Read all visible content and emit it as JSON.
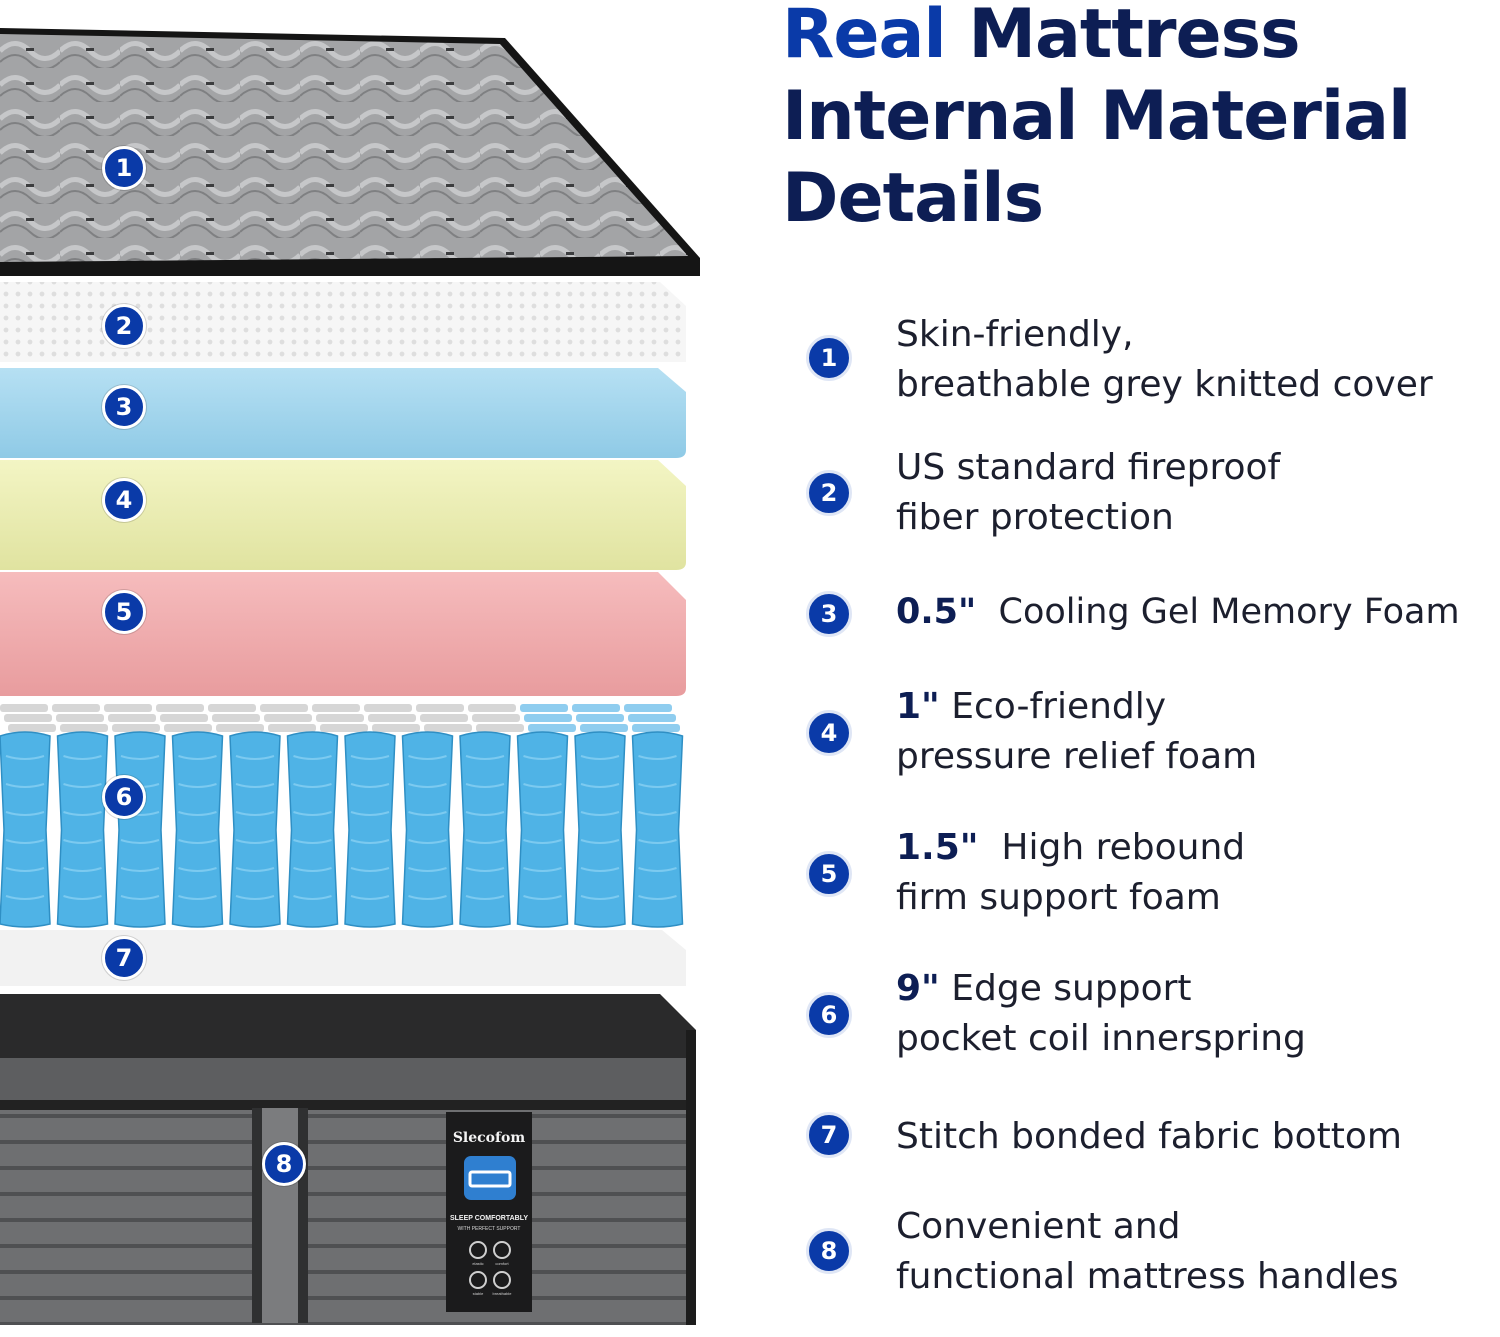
{
  "title": {
    "accent": "Real",
    "rest": "Mattress Internal Material Details"
  },
  "layer_markers": [
    "1",
    "2",
    "3",
    "4",
    "5",
    "6",
    "7",
    "8"
  ],
  "brand_label": {
    "name": "Slecofom",
    "tagline": "SLEEP COMFORTABLY",
    "subline": "WITH PERFECT SUPPORT",
    "features": [
      "elastic",
      "comfort",
      "stable",
      "breathable"
    ]
  },
  "colors": {
    "title_dark": "#0d1e54",
    "title_accent": "#0a3aa8",
    "badge": "#0a3aa8",
    "cover_grey": "#9a9b9d",
    "fiber_white": "#f4f4f4",
    "gel_blue": "#a9d8ef",
    "eco_yellow": "#eef0b4",
    "firm_pink": "#f0aeb0",
    "coil_blue": "#4fb3e6",
    "bottom_grey": "#6d6e70"
  },
  "items": [
    {
      "num": "1",
      "highlight": "",
      "line1": "Skin-friendly,",
      "line2": "breathable  grey knitted cover"
    },
    {
      "num": "2",
      "highlight": "",
      "line1": "US standard fireproof",
      "line2": "fiber protection"
    },
    {
      "num": "3",
      "highlight": "0.5\"",
      "line1": "  Cooling Gel Memory Foam",
      "line2": ""
    },
    {
      "num": "4",
      "highlight": "1\"",
      "line1": " Eco-friendly",
      "line2": "pressure relief foam"
    },
    {
      "num": "5",
      "highlight": "1.5\"",
      "line1": "  High rebound",
      "line2": "firm support foam"
    },
    {
      "num": "6",
      "highlight": "9\"",
      "line1": " Edge support",
      "line2": "pocket coil innerspring"
    },
    {
      "num": "7",
      "highlight": "",
      "line1": "Stitch bonded fabric bottom",
      "line2": ""
    },
    {
      "num": "8",
      "highlight": "",
      "line1": "Convenient and",
      "line2": "functional mattress handles"
    }
  ]
}
